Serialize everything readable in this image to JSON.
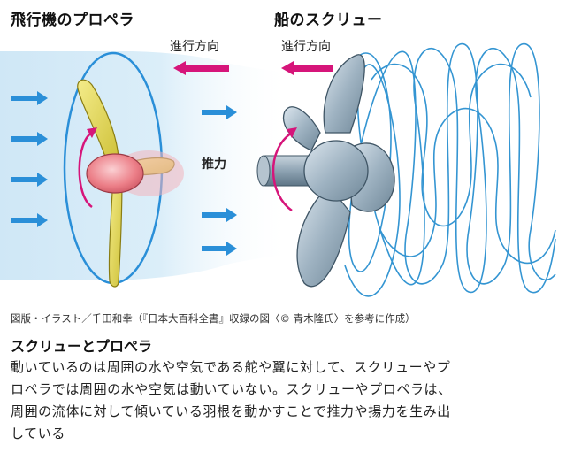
{
  "left_panel": {
    "title": "飛行機のプロペラ",
    "direction_label": "進行方向",
    "thrust_label": "推力"
  },
  "right_panel": {
    "title": "船のスクリュー",
    "direction_label": "進行方向"
  },
  "credit": "図版・イラスト／千田和幸（『日本大百科全書』収録の図〈© 青木隆氏〉を参考に作成）",
  "caption": {
    "title": "スクリューとプロペラ",
    "lines": [
      "動いているのは周囲の水や空気である舵や翼に対して、スクリューやプ",
      "ロペラでは周囲の水や空気は動いていない。スクリューやプロペラは、",
      "周囲の流体に対して傾いている羽根を動かすことで推力や揚力を生み出",
      "している"
    ]
  },
  "colors": {
    "flow_arrow": "#2a8fd8",
    "direction_arrow": "#d6157a",
    "propeller_blade": "#e8de5a",
    "spinner": "#e8707a",
    "screw_metal": "#8fa6b6",
    "wake_helix": "#2a90d0"
  }
}
